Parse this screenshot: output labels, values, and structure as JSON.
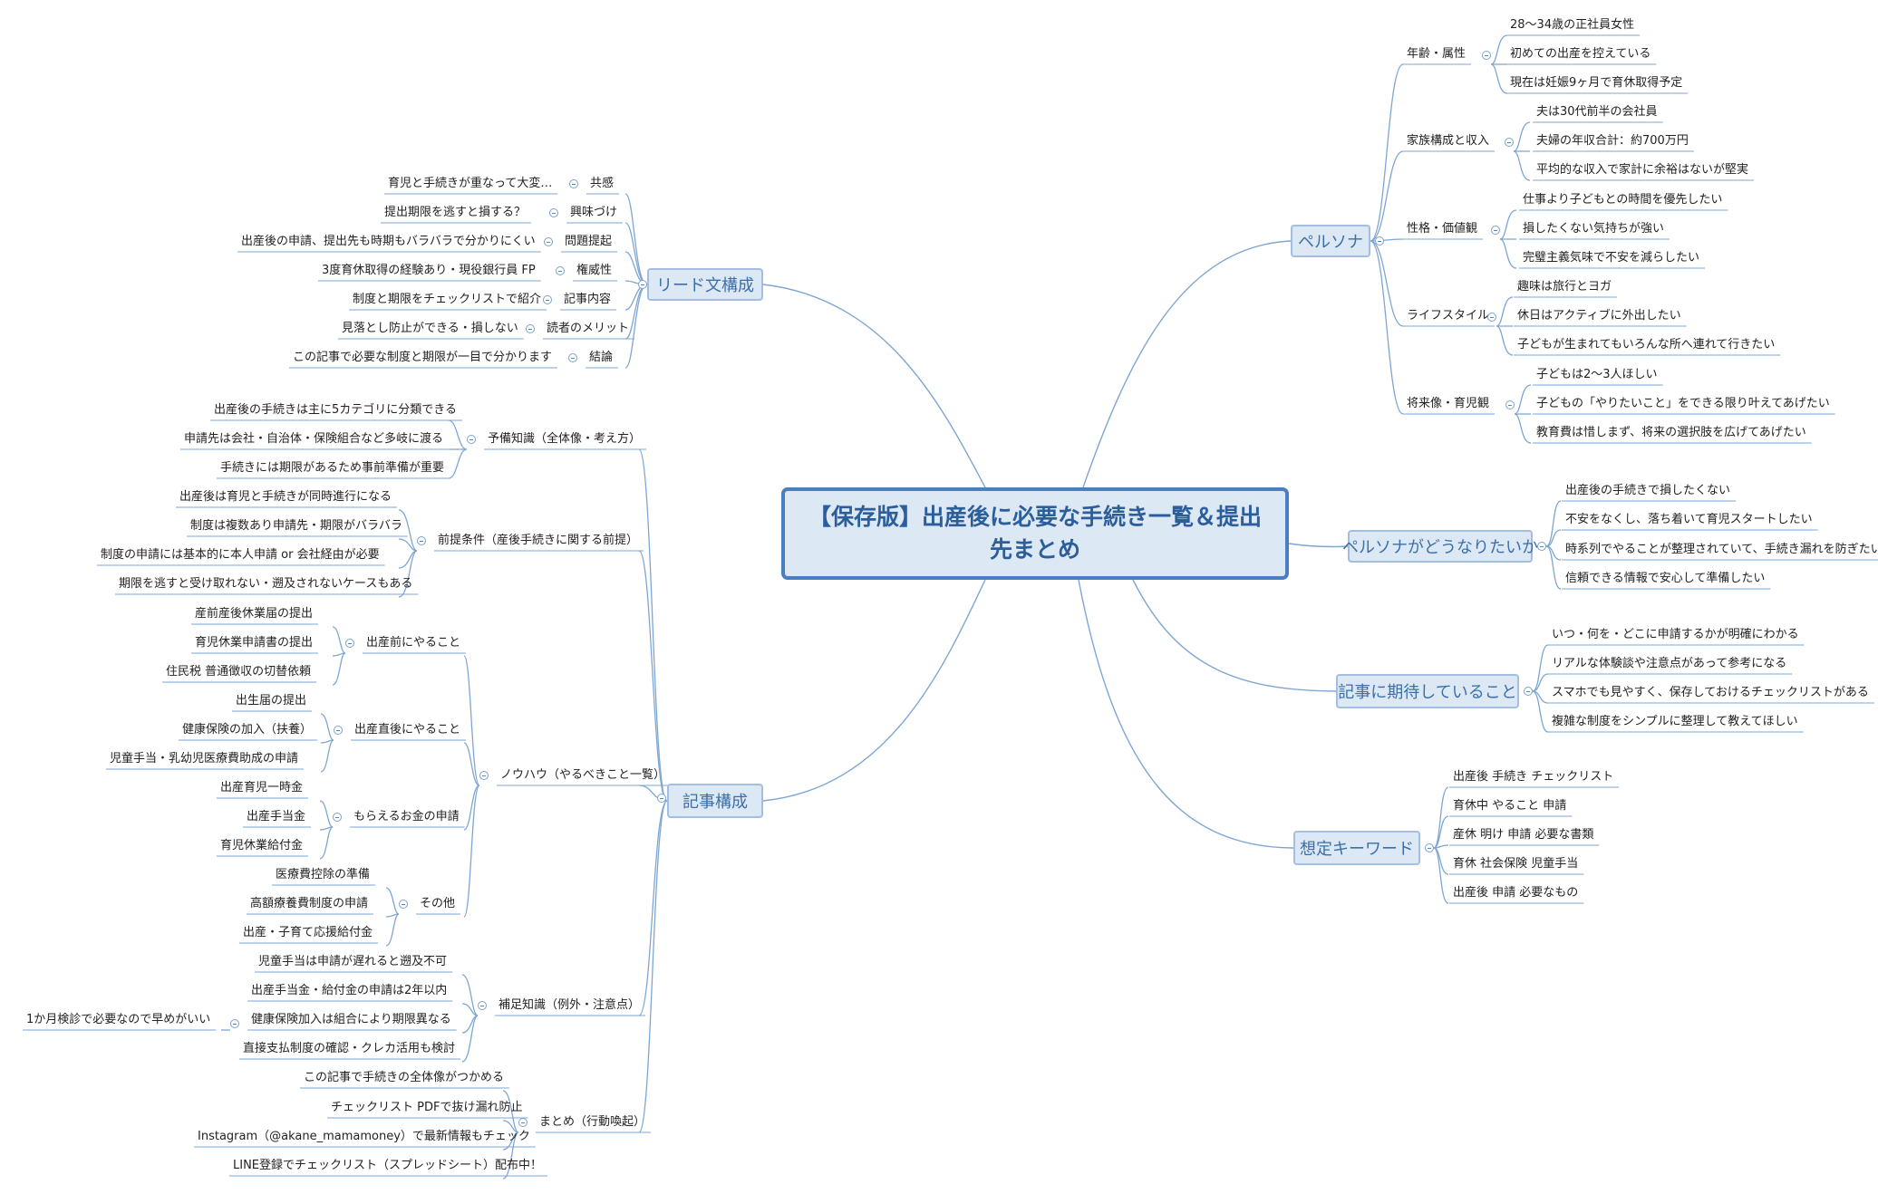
{
  "central": "【保存版】出産後に必要な手続き一覧＆提出先まとめ",
  "branches": {
    "lead": {
      "label": "リード文構成",
      "items": [
        {
          "label": "共感",
          "detail": "育児と手続きが重なって大変…"
        },
        {
          "label": "興味づけ",
          "detail": "提出期限を逃すと損する？"
        },
        {
          "label": "問題提起",
          "detail": "出産後の申請、提出先も時期もバラバラで分かりにくい"
        },
        {
          "label": "権威性",
          "detail": "3度育休取得の経験あり・現役銀行員 FP"
        },
        {
          "label": "記事内容",
          "detail": "制度と期限をチェックリストで紹介"
        },
        {
          "label": "読者のメリット",
          "detail": "見落とし防止ができる・損しない"
        },
        {
          "label": "結論",
          "detail": "この記事で必要な制度と期限が一目で分かります"
        }
      ]
    },
    "article": {
      "label": "記事構成",
      "prior": {
        "label": "予備知識（全体像・考え方）",
        "items": [
          "出産後の手続きは主に5カテゴリに分類できる",
          "申請先は会社・自治体・保険組合など多岐に渡る",
          "手続きには期限があるため事前準備が重要"
        ]
      },
      "premise": {
        "label": "前提条件（産後手続きに関する前提）",
        "items": [
          "出産後は育児と手続きが同時進行になる",
          "制度は複数あり申請先・期限がバラバラ",
          "制度の申請には基本的に本人申請 or 会社経由が必要",
          "期限を逃すと受け取れない・遡及されないケースもある"
        ]
      },
      "knowhow": {
        "label": "ノウハウ（やるべきこと一覧）",
        "groups": [
          {
            "label": "出産前にやること",
            "items": [
              "産前産後休業届の提出",
              "育児休業申請書の提出",
              "住民税 普通徴収の切替依頼"
            ]
          },
          {
            "label": "出産直後にやること",
            "items": [
              "出生届の提出",
              "健康保険の加入（扶養）",
              "児童手当・乳幼児医療費助成の申請"
            ]
          },
          {
            "label": "もらえるお金の申請",
            "items": [
              "出産育児一時金",
              "出産手当金",
              "育児休業給付金"
            ]
          },
          {
            "label": "その他",
            "items": [
              "医療費控除の準備",
              "高額療養費制度の申請",
              "出産・子育て応援給付金"
            ]
          }
        ]
      },
      "supplement": {
        "label": "補足知識（例外・注意点）",
        "items": [
          "児童手当は申請が遅れると遡及不可",
          "出産手当金・給付金の申請は2年以内",
          "健康保険加入は組合により期限異なる",
          "直接支払制度の確認・クレカ活用も検討"
        ],
        "note": "1か月検診で必要なので早めがいい"
      },
      "summary": {
        "label": "まとめ（行動喚起）",
        "items": [
          "この記事で手続きの全体像がつかめる",
          "チェックリスト PDFで抜け漏れ防止",
          "Instagram（@akane_mamamoney）で最新情報もチェック",
          "LINE登録でチェックリスト（スプレッドシート）配布中！"
        ]
      }
    },
    "persona": {
      "label": "ペルソナ",
      "groups": [
        {
          "label": "年齢・属性",
          "items": [
            "28〜34歳の正社員女性",
            "初めての出産を控えている",
            "現在は妊娠9ヶ月で育休取得予定"
          ]
        },
        {
          "label": "家族構成と収入",
          "items": [
            "夫は30代前半の会社員",
            "夫婦の年収合計：約700万円",
            "平均的な収入で家計に余裕はないが堅実"
          ]
        },
        {
          "label": "性格・価値観",
          "items": [
            "仕事より子どもとの時間を優先したい",
            "損したくない気持ちが強い",
            "完璧主義気味で不安を減らしたい"
          ]
        },
        {
          "label": "ライフスタイル",
          "items": [
            "趣味は旅行とヨガ",
            "休日はアクティブに外出したい",
            "子どもが生まれてもいろんな所へ連れて行きたい"
          ]
        },
        {
          "label": "将来像・育児観",
          "items": [
            "子どもは2〜3人ほしい",
            "子どもの「やりたいこと」をできる限り叶えてあげたい",
            "教育費は惜しまず、将来の選択肢を広げてあげたい"
          ]
        }
      ]
    },
    "goal": {
      "label": "ペルソナがどうなりたいか",
      "items": [
        "出産後の手続きで損したくない",
        "不安をなくし、落ち着いて育児スタートしたい",
        "時系列でやることが整理されていて、手続き漏れを防ぎたい",
        "信頼できる情報で安心して準備したい"
      ]
    },
    "expect": {
      "label": "記事に期待していること",
      "items": [
        "いつ・何を・どこに申請するかが明確にわかる",
        "リアルな体験談や注意点があって参考になる",
        "スマホでも見やすく、保存しておけるチェックリストがある",
        "複雑な制度をシンプルに整理して教えてほしい"
      ]
    },
    "keywords": {
      "label": "想定キーワード",
      "items": [
        "出産後 手続き チェックリスト",
        "育休中 やること 申請",
        "産休 明け 申請 必要な書類",
        "育休 社会保険 児童手当",
        "出産後 申請 必要なもの"
      ]
    }
  }
}
